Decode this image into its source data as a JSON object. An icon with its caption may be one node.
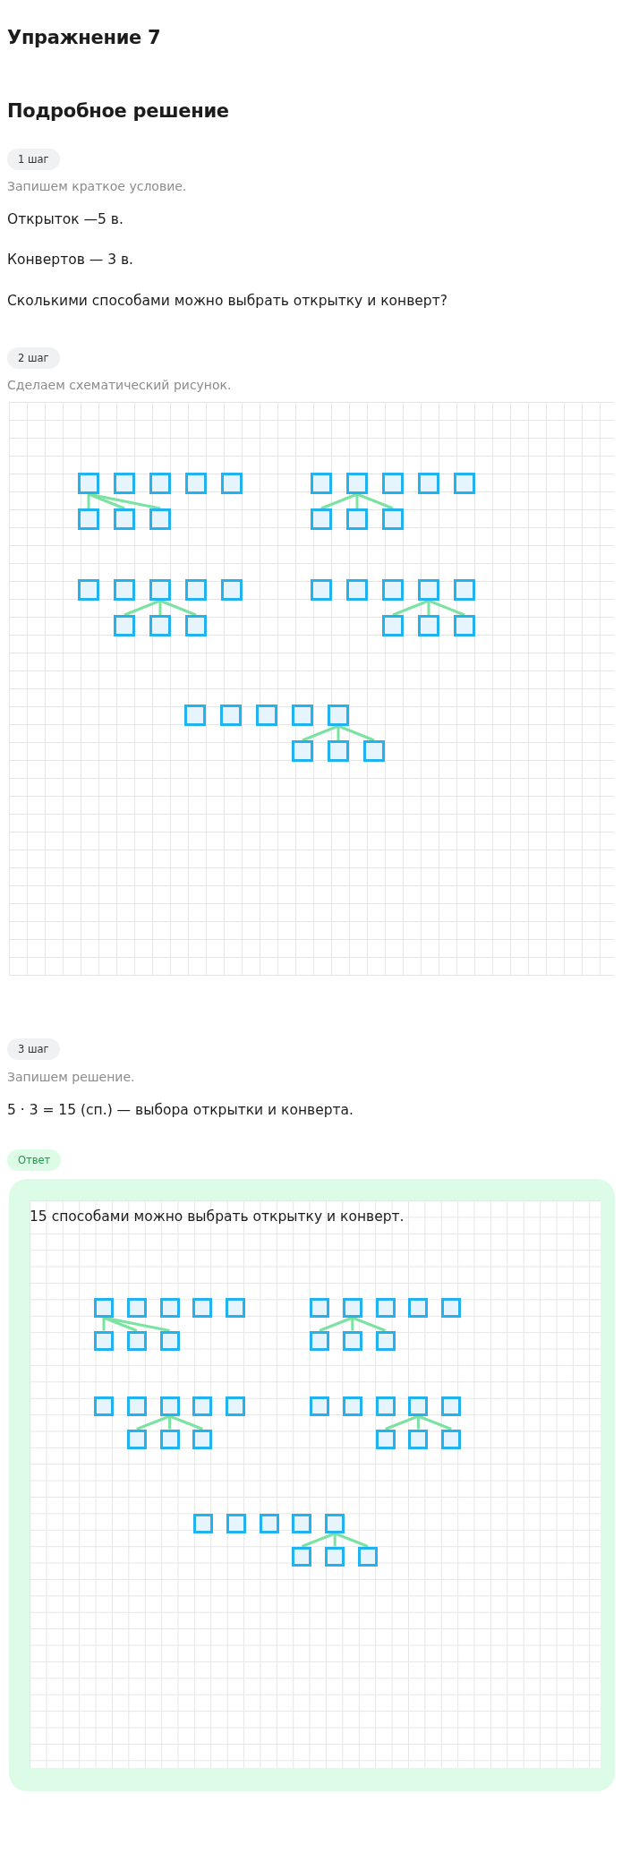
{
  "diagram": {
    "title": "Упражнение 7",
    "nodes": [
      {
        "text": [],
        "shape": "box"
      },
      {
        "text": [],
        "shape": "box"
      },
      {
        "text": [],
        "shape": "box"
      },
      {
        "text": [],
        "shape": "box"
      },
      {
        "text": [],
        "shape": "box"
      },
      {
        "text": [],
        "shape": "box"
      },
      {
        "text": [],
        "shape": "box"
      },
      {
        "text": [],
        "shape": "box"
      },
      {
        "text": [],
        "shape": "box"
      },
      {
        "text": [],
        "shape": "box"
      },
      {
        "text": [],
        "shape": "box"
      },
      {
        "text": [],
        "shape": "box"
      },
      {
        "text": [],
        "shape": "box"
      },
      {
        "text": [],
        "shape": "box"
      },
      {
        "text": [],
        "shape": "box"
      },
      {
        "text": [],
        "shape": "box"
      },
      {
        "text": [],
        "shape": "box"
      },
      {
        "text": [],
        "shape": "box"
      },
      {
        "text": [],
        "shape": "box"
      },
      {
        "text": [],
        "shape": "box"
      },
      {
        "text": [],
        "shape": "box"
      },
      {
        "text": [],
        "shape": "box"
      },
      {
        "text": [],
        "shape": "box"
      },
      {
        "text": [],
        "shape": "box"
      },
      {
        "text": [],
        "shape": "box"
      },
      {
        "text": [],
        "shape": "box"
      },
      {
        "text": [],
        "shape": "box"
      },
      {
        "text": [],
        "shape": "box"
      },
      {
        "text": [],
        "shape": "box"
      },
      {
        "text": [],
        "shape": "box"
      },
      {
        "text": [],
        "shape": "box"
      },
      {
        "text": [],
        "shape": "box"
      },
      {
        "text": [],
        "shape": "box"
      },
      {
        "text": [],
        "shape": "box"
      },
      {
        "text": [],
        "shape": "box"
      },
      {
        "text": [],
        "shape": "box"
      },
      {
        "text": [],
        "shape": "box"
      },
      {
        "text": [],
        "shape": "box"
      },
      {
        "text": [],
        "shape": "box"
      },
      {
        "text": [],
        "shape": "box"
      },
      {
        "text": [],
        "shape": "box"
      },
      {
        "text": [],
        "shape": "box"
      },
      {
        "text": [],
        "shape": "box"
      },
      {
        "text": [],
        "shape": "box"
      },
      {
        "text": [],
        "shape": "box"
      },
      {
        "text": [],
        "shape": "box"
      },
      {
        "text": [],
        "shape": "box"
      },
      {
        "text": [],
        "shape": "box"
      },
      {
        "text": [],
        "shape": "box"
      },
      {
        "text": [],
        "shape": "box"
      },
      {
        "text": [],
        "shape": "box"
      },
      {
        "text": [],
        "shape": "box"
      },
      {
        "text": [],
        "shape": "box"
      },
      {
        "text": [],
        "shape": "box"
      },
      {
        "text": [],
        "shape": "box"
      },
      {
        "text": [],
        "shape": "box"
      },
      {
        "text": [],
        "shape": "box"
      },
      {
        "text": [],
        "shape": "box"
      },
      {
        "text": [],
        "shape": "box"
      },
      {
        "text": [],
        "shape": "box"
      },
      {
        "text": [],
        "shape": "box"
      },
      {
        "text": [],
        "shape": "box"
      },
      {
        "text": [],
        "shape": "box"
      },
      {
        "text": [],
        "shape": "box"
      },
      {
        "text": [],
        "shape": "box"
      },
      {
        "text": [],
        "shape": "box"
      },
      {
        "text": [],
        "shape": "box"
      },
      {
        "text": [],
        "shape": "box"
      },
      {
        "text": [],
        "shape": "box"
      },
      {
        "text": [],
        "shape": "box"
      },
      {
        "text": [],
        "shape": "box"
      },
      {
        "text": [],
        "shape": "box"
      },
      {
        "text": [],
        "shape": "box"
      },
      {
        "text": [],
        "shape": "box"
      },
      {
        "text": [],
        "shape": "box"
      },
      {
        "text": [],
        "shape": "box"
      },
      {
        "text": [],
        "shape": "box"
      },
      {
        "text": [],
        "shape": "box"
      },
      {
        "text": [],
        "shape": "box"
      },
      {
        "text": [],
        "shape": "box"
      }
    ],
    "edges": [
      {
        "from": 0,
        "to": 5,
        "arrow": "none"
      },
      {
        "from": 0,
        "to": 6,
        "arrow": "none"
      },
      {
        "from": 0,
        "to": 7,
        "arrow": "none"
      },
      {
        "from": 9,
        "to": 13,
        "arrow": "none"
      },
      {
        "from": 9,
        "to": 14,
        "arrow": "none"
      },
      {
        "from": 9,
        "to": 15,
        "arrow": "none"
      },
      {
        "from": 18,
        "to": 21,
        "arrow": "none"
      },
      {
        "from": 18,
        "to": 22,
        "arrow": "none"
      },
      {
        "from": 18,
        "to": 23,
        "arrow": "none"
      },
      {
        "from": 27,
        "to": 29,
        "arrow": "none"
      },
      {
        "from": 27,
        "to": 30,
        "arrow": "none"
      },
      {
        "from": 27,
        "to": 31,
        "arrow": "none"
      },
      {
        "from": 36,
        "to": 37,
        "arrow": "none"
      },
      {
        "from": 36,
        "to": 38,
        "arrow": "none"
      },
      {
        "from": 36,
        "to": 39,
        "arrow": "none"
      },
      {
        "from": 40,
        "to": 45,
        "arrow": "none"
      },
      {
        "from": 40,
        "to": 46,
        "arrow": "none"
      },
      {
        "from": 40,
        "to": 47,
        "arrow": "none"
      },
      {
        "from": 49,
        "to": 53,
        "arrow": "none"
      },
      {
        "from": 49,
        "to": 54,
        "arrow": "none"
      },
      {
        "from": 49,
        "to": 55,
        "arrow": "none"
      },
      {
        "from": 58,
        "to": 61,
        "arrow": "none"
      },
      {
        "from": 58,
        "to": 62,
        "arrow": "none"
      },
      {
        "from": 58,
        "to": 63,
        "arrow": "none"
      },
      {
        "from": 67,
        "to": 69,
        "arrow": "none"
      },
      {
        "from": 67,
        "to": 70,
        "arrow": "none"
      },
      {
        "from": 67,
        "to": 71,
        "arrow": "none"
      },
      {
        "from": 76,
        "to": 77,
        "arrow": "none"
      },
      {
        "from": 76,
        "to": 78,
        "arrow": "none"
      },
      {
        "from": 76,
        "to": 79,
        "arrow": "none"
      }
    ],
    "labels": [
      "Подробное решение",
      "1 шаг",
      "Запишем краткое условие.",
      "Открыток —5 в.",
      "Конвертов — 3 в.",
      "Сколькими способами можно выбрать открытку и конверт?",
      "2 шаг",
      "Сделаем схематический рисунок.",
      "3 шаг",
      "Запишем решение.",
      "5 · 3 = 15 (сп.) — выбора открытки и конверта.",
      "Ответ",
      "15 способами можно выбрать открытку и конверт."
    ]
  }
}
